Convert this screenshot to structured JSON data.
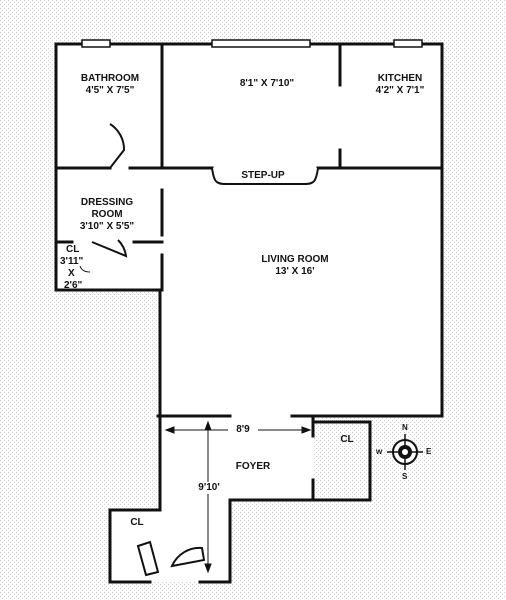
{
  "rooms": {
    "bathroom": {
      "name": "BATHROOM",
      "dims": "4'5\" X 7'5\""
    },
    "center_room": {
      "dims": "8'1\" X 7'10\""
    },
    "kitchen": {
      "name": "KITCHEN",
      "dims": "4'2\" X 7'1\""
    },
    "step_up": {
      "name": "STEP-UP"
    },
    "dressing_room": {
      "name_line1": "DRESSING",
      "name_line2": "ROOM",
      "dims": "3'10\" X 5'5\""
    },
    "closet_small": {
      "name": "CL",
      "dim1": "3'11\"",
      "x": "X",
      "dim2": "2'6\""
    },
    "living_room": {
      "name": "LIVING ROOM",
      "dims": "13' X 16'"
    },
    "foyer": {
      "name": "FOYER",
      "width": "8'9",
      "height": "9'10'"
    },
    "closet_foyer": {
      "name": "CL"
    },
    "closet_entry": {
      "name": "CL"
    }
  },
  "compass": {
    "n": "N",
    "s": "S",
    "e": "E",
    "w": "W"
  },
  "colors": {
    "wall": "#111111",
    "pattern": "#d9d9d9",
    "background": "#ffffff"
  }
}
